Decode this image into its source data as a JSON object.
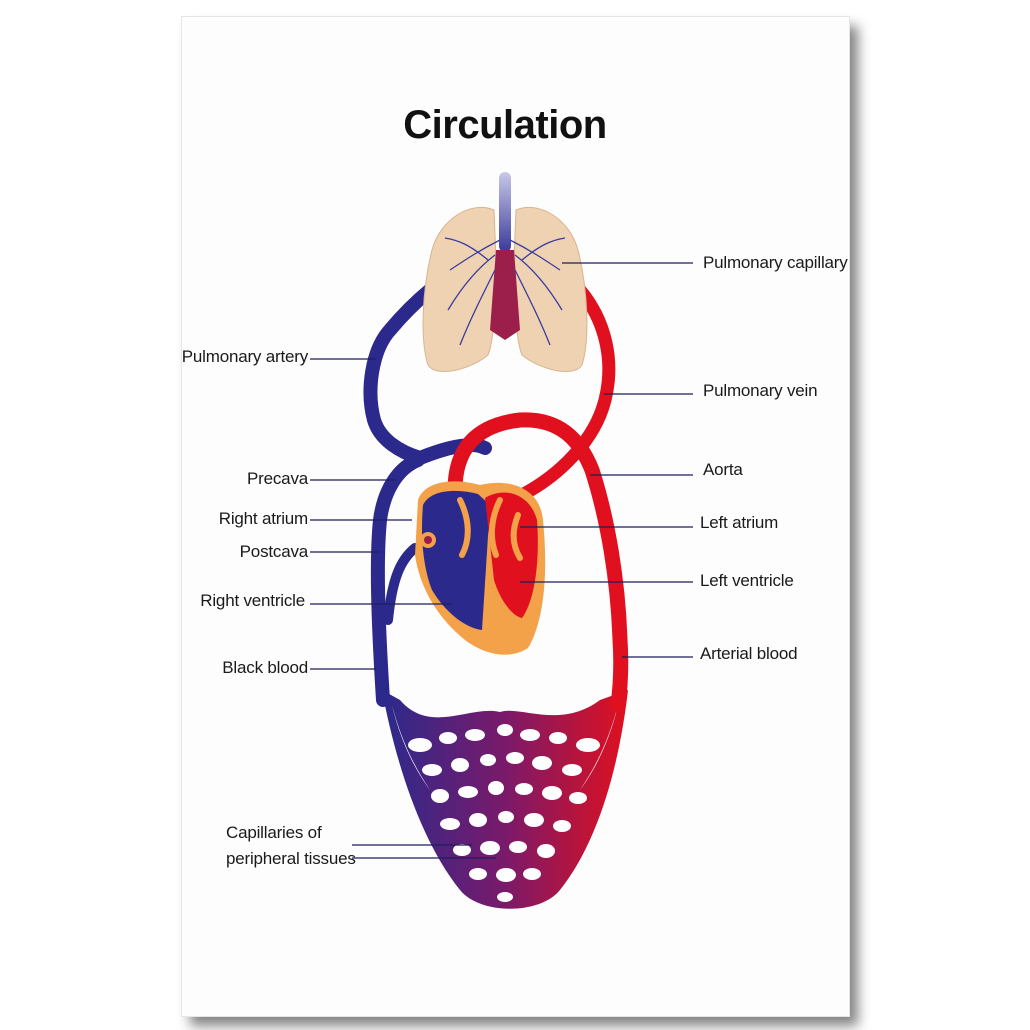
{
  "title": "Circulation",
  "labels": {
    "pulmonary_capillary": "Pulmonary capillary",
    "pulmonary_artery": "Pulmonary artery",
    "pulmonary_vein": "Pulmonary vein",
    "precava": "Precava",
    "aorta": "Aorta",
    "right_atrium": "Right atrium",
    "left_atrium": "Left atrium",
    "postcava": "Postcava",
    "left_ventricle": "Left ventricle",
    "right_ventricle": "Right ventricle",
    "arterial_blood": "Arterial blood",
    "black_blood": "Black blood",
    "capillaries_line1": "Capillaries of",
    "capillaries_line2": "peripheral tissues"
  },
  "colors": {
    "venous": "#2b2a8c",
    "arterial": "#e0101e",
    "lung": "#efd2b2",
    "heart_outer": "#f3a24a",
    "leader_line": "#1d1d5c"
  }
}
